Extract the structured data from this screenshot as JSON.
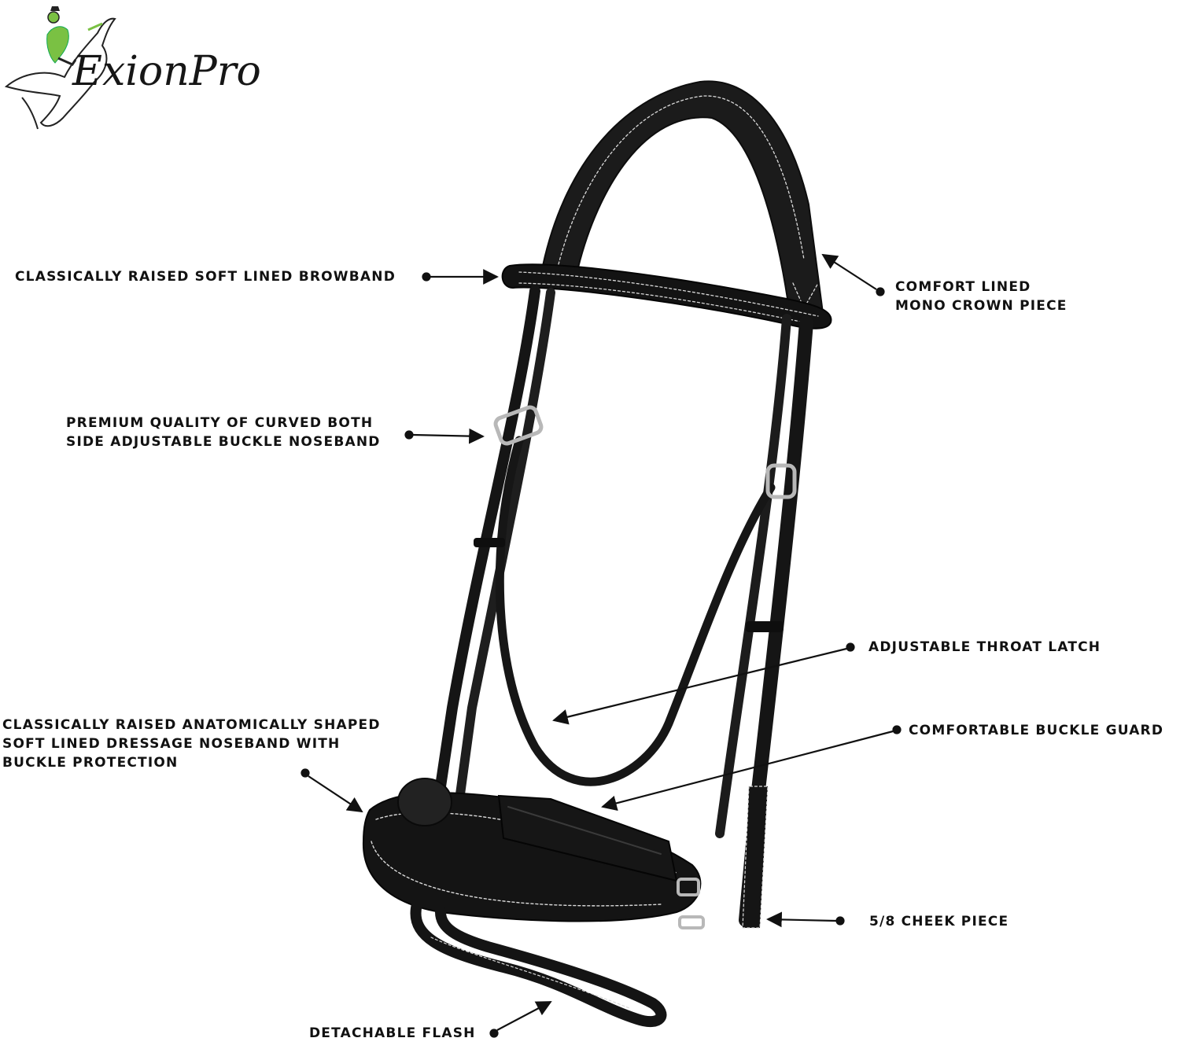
{
  "brand": {
    "logo_text": "ExionPro",
    "accent_color": "#7ac143"
  },
  "labels": {
    "browband": "CLASSICALLY RAISED SOFT LINED BROWBAND",
    "crown": [
      "COMFORT LINED",
      "MONO CROWN PIECE"
    ],
    "buckle_noseband": [
      "PREMIUM QUALITY OF CURVED BOTH",
      "SIDE ADJUSTABLE BUCKLE NOSEBAND"
    ],
    "throat_latch": "ADJUSTABLE THROAT LATCH",
    "buckle_guard": "COMFORTABLE BUCKLE GUARD",
    "dressage_noseband": [
      "CLASSICALLY RAISED ANATOMICALLY SHAPED",
      "SOFT LINED DRESSAGE NOSEBAND WITH",
      "BUCKLE PROTECTION"
    ],
    "cheek_piece": "5/8 CHEEK PIECE",
    "flash": "DETACHABLE FLASH"
  },
  "colors": {
    "leather": "#111111",
    "stitching": "#e8e8e8",
    "metal": "#b8b8b8",
    "text": "#111111"
  }
}
